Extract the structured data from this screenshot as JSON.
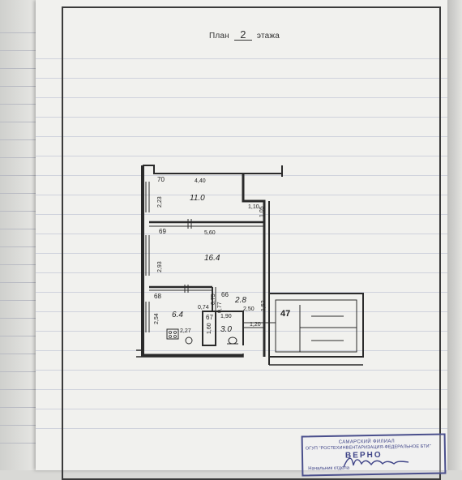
{
  "document": {
    "title_prefix": "План",
    "floor_number": "2",
    "title_suffix": "этажа"
  },
  "rooms": [
    {
      "id": "70",
      "area": "11.0"
    },
    {
      "id": "69",
      "area": "16.4"
    },
    {
      "id": "68",
      "area": "6.4"
    },
    {
      "id": "67",
      "area": "3.0"
    },
    {
      "id": "66",
      "area": "2.8"
    },
    {
      "id": "47",
      "area": ""
    }
  ],
  "dimensions": [
    "4,40",
    "2,23",
    "1,10",
    "1,05",
    "5,60",
    "2,93",
    "0,75",
    "0,77",
    "0,74",
    "1,90",
    "2,50",
    "1,52",
    "2,54",
    "2,27",
    "1,60",
    "1,20"
  ],
  "stamp": {
    "line1": "САМАРСКИЙ  ФИЛИАЛ",
    "line2": "ОГУП \"РОСТЕХИНВЕНТАРИЗАЦИЯ-ФЕДЕРАЛЬНОЕ БТИ\"",
    "line3": "ВЕРНО",
    "line4": "Начальник отдела"
  },
  "colors": {
    "paper": "#f1f1ee",
    "ink": "#222222",
    "stamp": "#3f4488"
  }
}
